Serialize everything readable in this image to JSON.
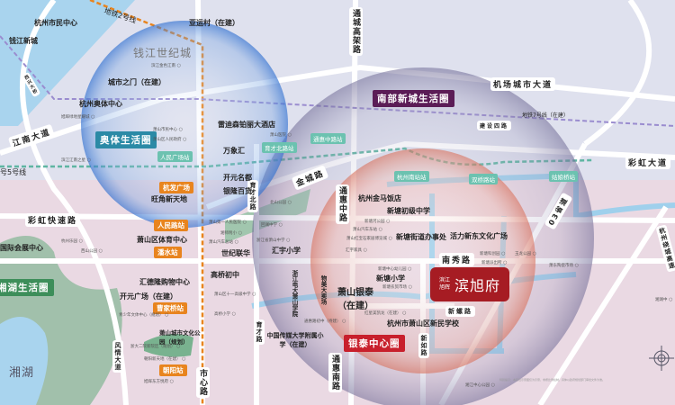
{
  "colors": {
    "background": "#dfe1ee",
    "river": "#9fd0ec",
    "park": "#79b28f",
    "metro2": "#e8841e",
    "metro5": "#5fb5a2",
    "metro7": "#9a8ccf",
    "aoti_circle": "#3e7fcf",
    "nanbu_circle": "#8a86a8",
    "yintai_circle": "#e59a86",
    "project": "#a61c23"
  },
  "circles": {
    "aoti": {
      "label": "奥体生活圈",
      "color": "#2b8aa6"
    },
    "nanbu": {
      "label": "南部新城生活圈",
      "color": "#5b1c56"
    },
    "yintai": {
      "label": "银泰中心圈",
      "color": "#c8202c"
    },
    "xianghu": {
      "label": "湘湖生活圈",
      "color": "#3d8e5a"
    }
  },
  "project": {
    "brand": "滨江 旭辉",
    "brand_line1": "滨江",
    "brand_line2": "旭辉",
    "name": "滨旭府"
  },
  "districts": {
    "qianjiang_century": "钱江世纪城",
    "xianghu": "湘湖"
  },
  "metro_lines": {
    "line2": "地铁2号线",
    "line5": "号5号线",
    "line7": "地铁7号线（在建）"
  },
  "roads": {
    "jiangnan": "江南大道",
    "caihong_ks": "彩虹快速路",
    "jichang": "机场城市大道",
    "jianshe4": "建设四路",
    "caihong": "彩虹大道",
    "jincheng": "金城路",
    "nanxiu": "南秀路",
    "xinluo": "新螺路",
    "tongcheng": "通城高架路",
    "tonghui_mid": "通惠中路",
    "tonghui_s": "通惠南路",
    "yucai_n": "育才北路",
    "yucai": "育才路",
    "shixin": "市心路",
    "fengqing": "风情大道",
    "xinru": "新如路",
    "s03": "03省道",
    "raocheng": "杭州绕城高速",
    "xixing": "西兴大桥"
  },
  "stations": {
    "orange": [
      "杭发广场",
      "人民路站",
      "潘水站",
      "曹家桥站",
      "朝阳站"
    ],
    "green": [
      "人民广场站",
      "育才北路站",
      "通惠中路站",
      "杭州南站站",
      "双桥路站",
      "姑娘桥站"
    ]
  },
  "landmarks": [
    "杭州市民中心",
    "钱江新城",
    "亚运村（在建）",
    "城市之门（在建）",
    "杭州奥体中心",
    "雷迪森铂丽大酒店",
    "万象汇",
    "开元名都",
    "银隆百货",
    "旺角新天地",
    "杭州金马饭店",
    "新塘初级中学",
    "新塘街道办事处",
    "活力新东文化广场",
    "萧山银泰（在建）",
    "新塘小学",
    "杭州市萧山区新民学校",
    "浙江电大萧山学院",
    "物美大卖场",
    "中国传媒大学附属小学（在建）",
    "国际会展中心",
    "萧山区体育中心",
    "世纪联华",
    "汇宇小学",
    "高桥初中",
    "汇德隆购物中心",
    "开元广场（在建）",
    "萧山城市文化公园（规划）"
  ],
  "pois": [
    "滨江金色江南",
    "旭辉绿地星耀城",
    "萧山市民中心",
    "萧山区人民政府",
    "滨江江南之星",
    "萧山医院",
    "北山公园",
    "杭州乐园",
    "西山公园",
    "萧山第一人民医院",
    "湘师附小",
    "萧山汽车总站",
    "回澜中学",
    "浙江省萧山中学",
    "萧山区十一高级中学",
    "高桥小学",
    "青少年文体中心（规划）",
    "浙大二院新院区（规划）",
    "朝阳新天地（在建）",
    "旭辉东方悦府",
    "萧山汽车东站",
    "萧山红宝石家居博览城",
    "汇宇家具",
    "新塘河公园",
    "新塘中心幼儿园",
    "新塘农贸市场",
    "红星美凯龙（在建）",
    "通惠路初中（待建）",
    "新塘科创园",
    "新塘派出所",
    "玉龙公园",
    "萧东陶瓷市场",
    "湘江中心公园",
    "湘湖中"
  ],
  "disclaimer": "特别提示：本区位示意图仅为示意，非按比例绘制，具体以政府规划部门审批文件为准。"
}
